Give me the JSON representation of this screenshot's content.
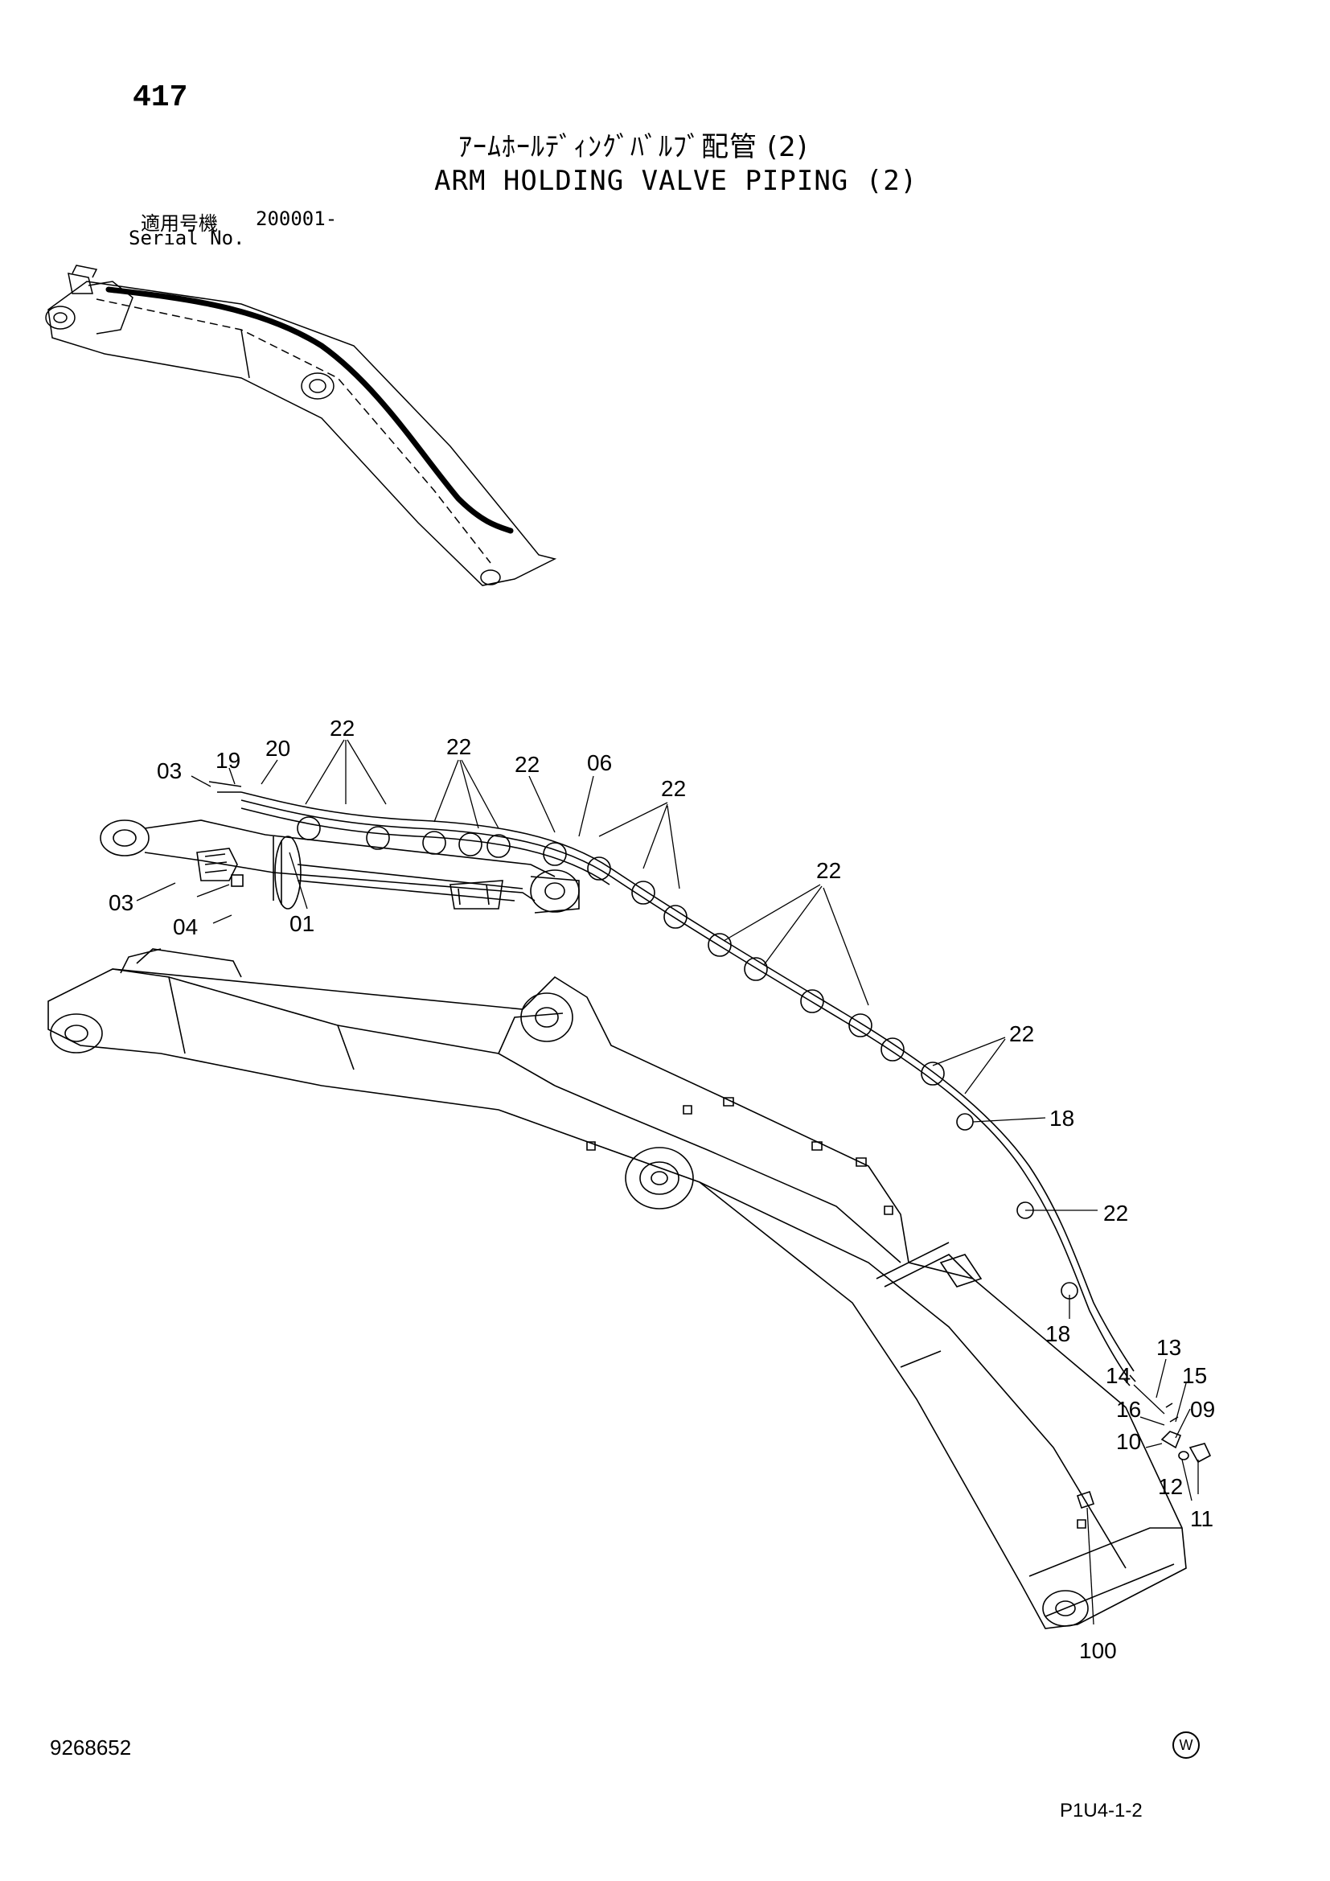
{
  "header": {
    "page_number": "417",
    "title_jp": "ｱｰﾑﾎｰﾙﾃﾞｨﾝｸﾞﾊﾞﾙﾌﾞ配管 (2)",
    "title_en": "ARM HOLDING VALVE PIPING (2)",
    "serial_label_jp": "適用号機",
    "serial_value": "200001-",
    "serial_label_en": "Serial No."
  },
  "callouts": {
    "c01": "01",
    "c03a": "03",
    "c03b": "03",
    "c04": "04",
    "c06": "06",
    "c09": "09",
    "c10": "10",
    "c11": "11",
    "c12": "12",
    "c13": "13",
    "c14": "14",
    "c15": "15",
    "c16": "16",
    "c18a": "18",
    "c18b": "18",
    "c19": "19",
    "c20": "20",
    "c22a": "22",
    "c22b": "22",
    "c22c": "22",
    "c22d": "22",
    "c22e": "22",
    "c22f": "22",
    "c22g": "22",
    "c100": "100"
  },
  "footer": {
    "doc_number": "9268652",
    "mark": "W",
    "page_code": "P1U4-1-2"
  }
}
